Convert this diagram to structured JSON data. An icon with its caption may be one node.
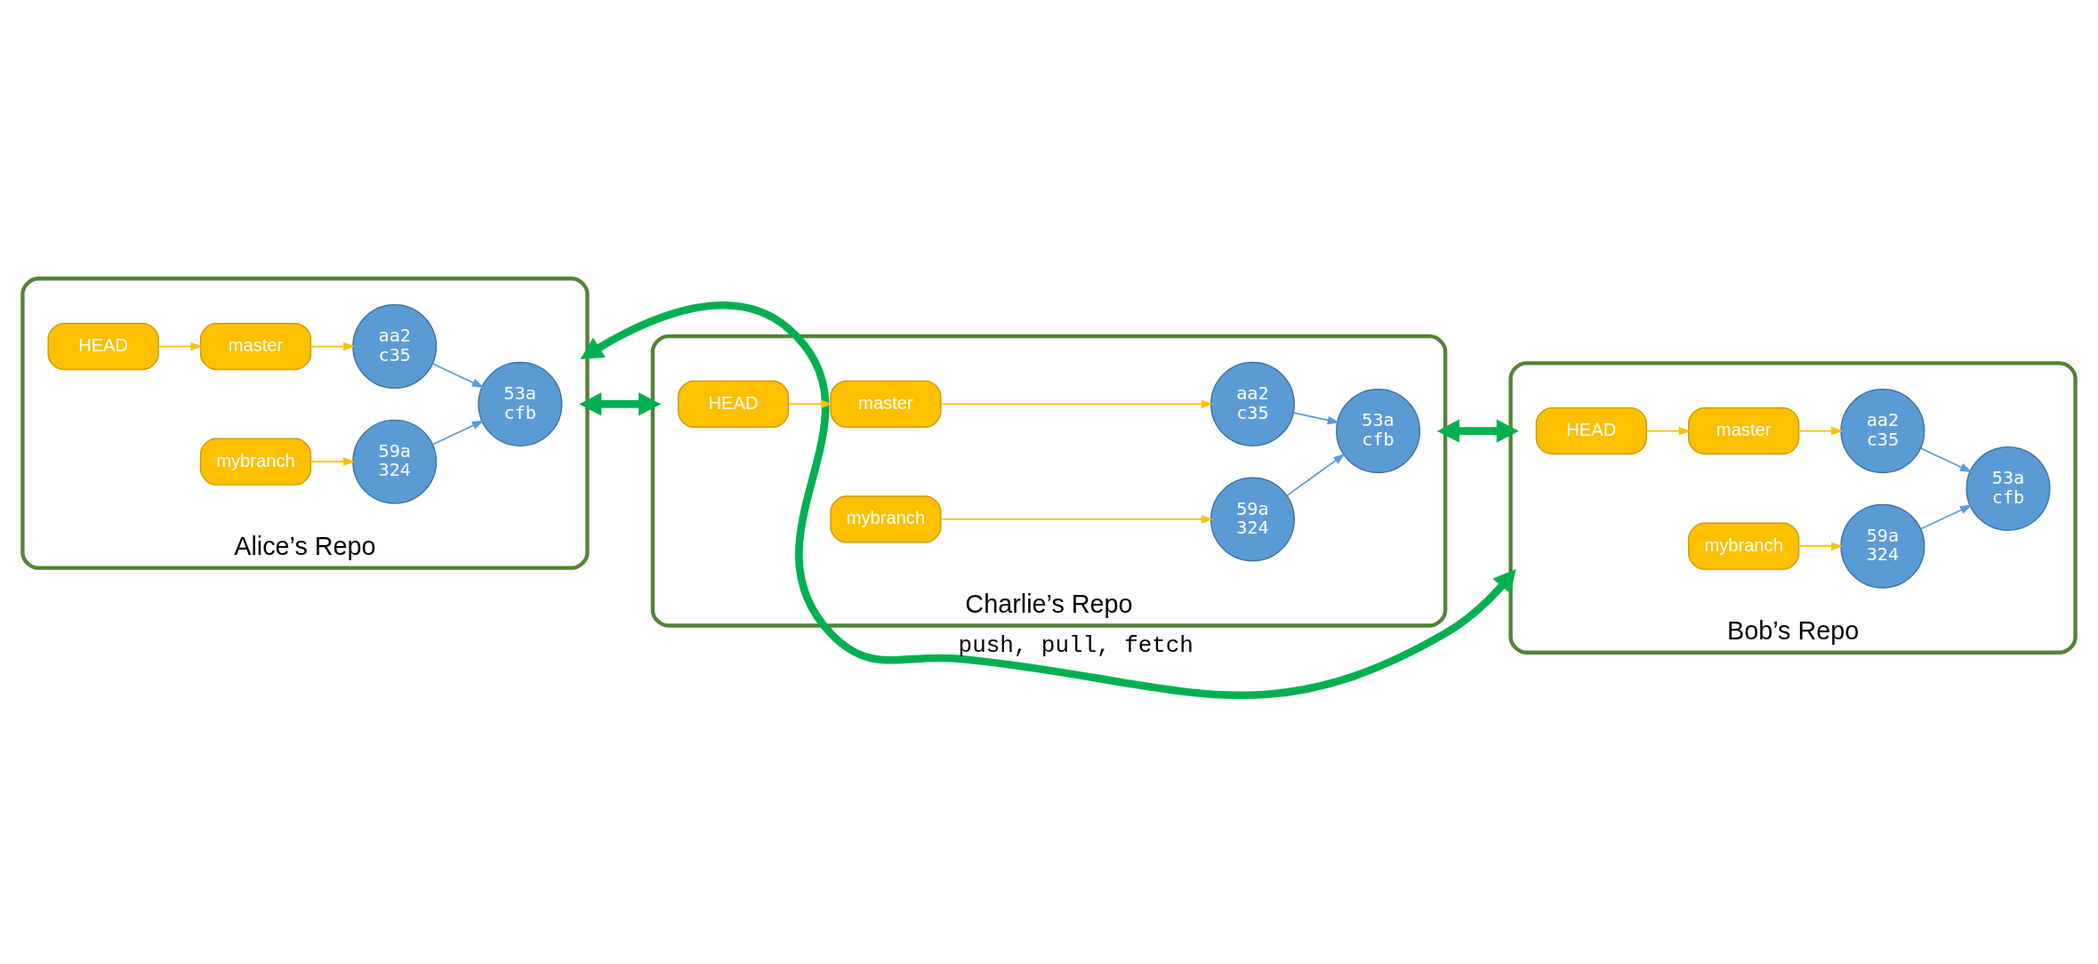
{
  "diagram": {
    "nodes": [
      {
        "text": [
          "Alice’s Repo"
        ]
      },
      {
        "text": [
          "HEAD"
        ],
        "in": 0
      },
      {
        "text": [
          "master"
        ],
        "in": 0
      },
      {
        "text": [
          "mybranch"
        ],
        "in": 0
      },
      {
        "text": [
          "aa2 c35"
        ],
        "in": 0
      },
      {
        "text": [
          "59a 324"
        ],
        "in": 0
      },
      {
        "text": [
          "53a cfb"
        ],
        "in": 0
      },
      {
        "text": [
          "Bob’s Repo"
        ]
      },
      {
        "text": [
          "HEAD"
        ],
        "in": 7
      },
      {
        "text": [
          "master"
        ],
        "in": 7
      },
      {
        "text": [
          "mybranch"
        ],
        "in": 7
      },
      {
        "text": [
          "aa2 c35"
        ],
        "in": 7
      },
      {
        "text": [
          "59a 324"
        ],
        "in": 7
      },
      {
        "text": [
          "53a cfb"
        ],
        "in": 7
      },
      {
        "text": [
          "Charlie’s Repo"
        ]
      },
      {
        "text": [
          "HEAD"
        ],
        "in": 14
      },
      {
        "text": [
          "master"
        ],
        "in": 14
      },
      {
        "text": [
          "mybranch"
        ],
        "in": 14
      },
      {
        "text": [
          "aa2 c35"
        ],
        "in": 14
      },
      {
        "text": [
          "59a 324"
        ],
        "in": 14
      },
      {
        "text": [
          "53a cfb"
        ],
        "in": 14
      }
    ],
    "edges": [
      {
        "from": 1,
        "to": 2,
        "arrow": "to",
        "color": "#ffc000"
      },
      {
        "from": 2,
        "to": 4,
        "arrow": "to",
        "color": "#ffc000"
      },
      {
        "from": 3,
        "to": 5,
        "arrow": "to",
        "color": "#ffc000"
      },
      {
        "from": 4,
        "to": 6,
        "arrow": "to",
        "color": "#5b9bd5"
      },
      {
        "from": 5,
        "to": 6,
        "arrow": "to",
        "color": "#5b9bd5"
      },
      {
        "from": 8,
        "to": 9,
        "arrow": "to",
        "color": "#ffc000"
      },
      {
        "from": 9,
        "to": 11,
        "arrow": "to",
        "color": "#ffc000"
      },
      {
        "from": 10,
        "to": 12,
        "arrow": "to",
        "color": "#ffc000"
      },
      {
        "from": 11,
        "to": 13,
        "arrow": "to",
        "color": "#5b9bd5"
      },
      {
        "from": 12,
        "to": 13,
        "arrow": "to",
        "color": "#5b9bd5"
      },
      {
        "from": 15,
        "to": 16,
        "arrow": "to",
        "color": "#ffc000"
      },
      {
        "from": 16,
        "to": 18,
        "arrow": "to",
        "color": "#ffc000"
      },
      {
        "from": 17,
        "to": 19,
        "arrow": "to",
        "color": "#ffc000"
      },
      {
        "from": 18,
        "to": 20,
        "arrow": "to",
        "color": "#5b9bd5"
      },
      {
        "from": 19,
        "to": 20,
        "arrow": "to",
        "color": "#5b9bd5"
      },
      {
        "from": 0,
        "to": 7,
        "arrow": "both",
        "label": "push, pull, fetch",
        "style": "thick",
        "color": "#00b050"
      },
      {
        "from": 0,
        "to": 14,
        "arrow": "both",
        "style": "thick",
        "color": "#00b050"
      },
      {
        "from": 7,
        "to": 14,
        "arrow": "both",
        "style": "thick",
        "color": "#00b050"
      }
    ]
  }
}
